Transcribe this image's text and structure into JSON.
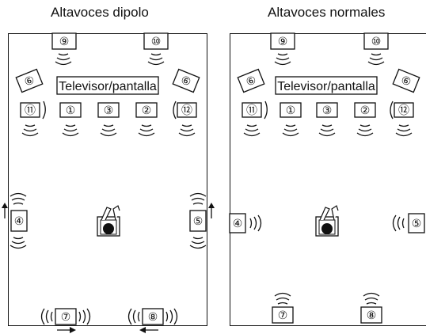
{
  "titles": {
    "dipole": "Altavoces dipolo",
    "normal": "Altavoces normales"
  },
  "tv_label": "Televisor/pantalla",
  "speakers": {
    "s1": "①",
    "s2": "②",
    "s3": "③",
    "s4": "④",
    "s5": "⑤",
    "s6": "⑥",
    "s7": "⑦",
    "s8": "⑧",
    "s9": "⑨",
    "s10": "⑩",
    "s11": "⑪",
    "s12": "⑫"
  },
  "icons": [
    "speaker-box-icon",
    "sound-wave-icon",
    "listener-seat-icon",
    "direction-arrow-icon"
  ]
}
